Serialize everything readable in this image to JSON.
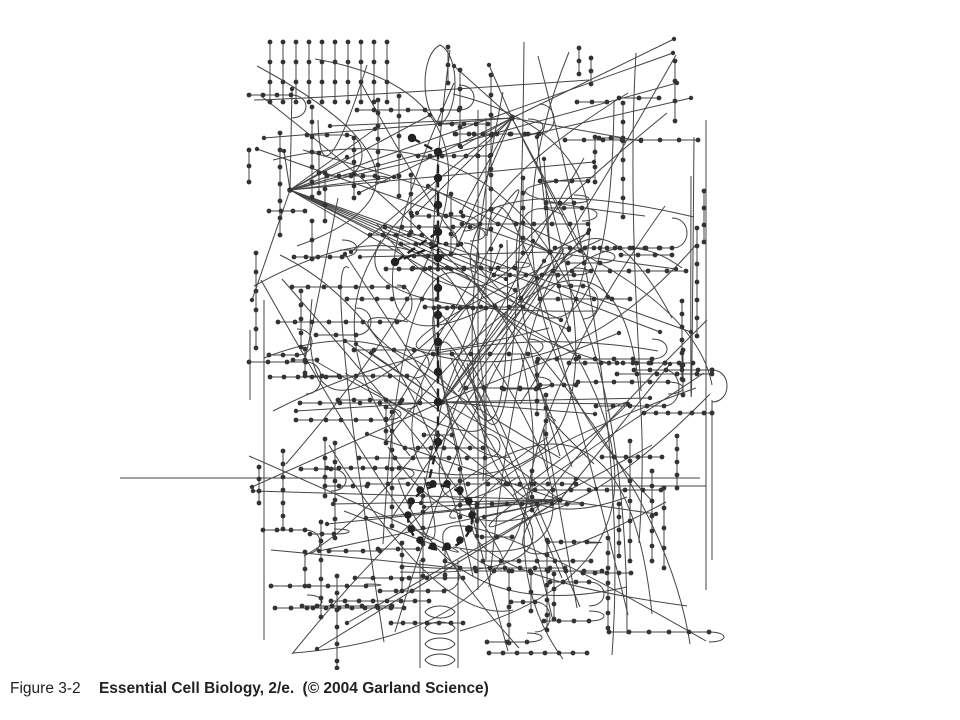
{
  "figure": {
    "description_icon": "metabolic-pathway-network-icon"
  },
  "caption": {
    "figure_label": "Figure 3-2",
    "book_title": "Essential Cell Biology, 2/e.",
    "credit": "(© 2004 Garland Science)"
  },
  "colors": {
    "ink": "#333333",
    "pathway_highlight": "#222222",
    "background": "#ffffff"
  }
}
